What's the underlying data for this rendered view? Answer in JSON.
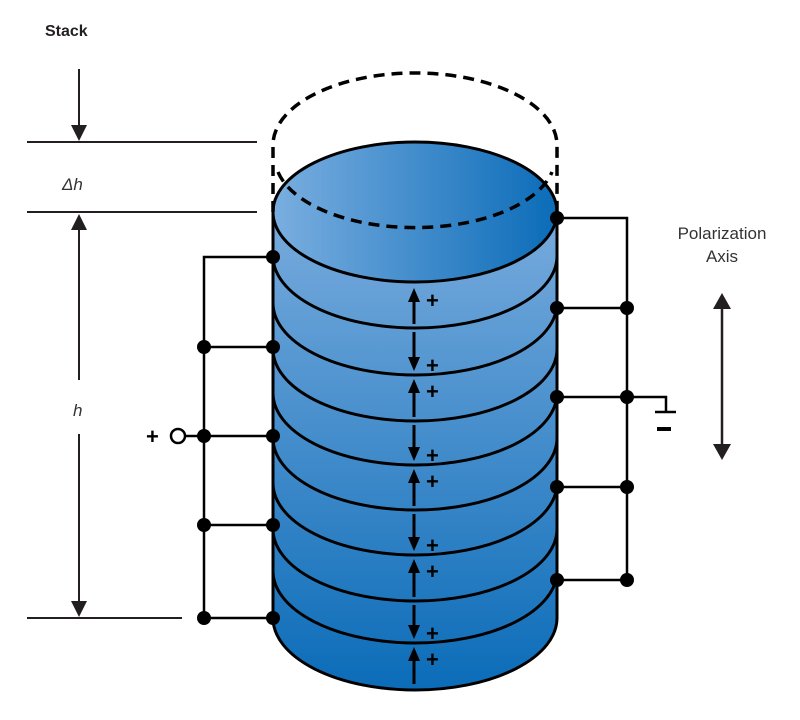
{
  "title": "Stack",
  "labels": {
    "delta_h": "Δh",
    "h": "h",
    "polarization_line1": "Polarization",
    "polarization_line2": "Axis",
    "positive_terminal": "+",
    "negative_terminal": "–"
  },
  "stack": {
    "layer_count": 9,
    "layer_polarization": [
      "up",
      "down",
      "up",
      "down",
      "up",
      "down",
      "up",
      "down",
      "up"
    ],
    "polarity_sign": "+"
  },
  "colors": {
    "cylinder_light": "#7aaee0",
    "cylinder_dark": "#0b6cb8",
    "line": "#000000",
    "text": "#231f20"
  }
}
